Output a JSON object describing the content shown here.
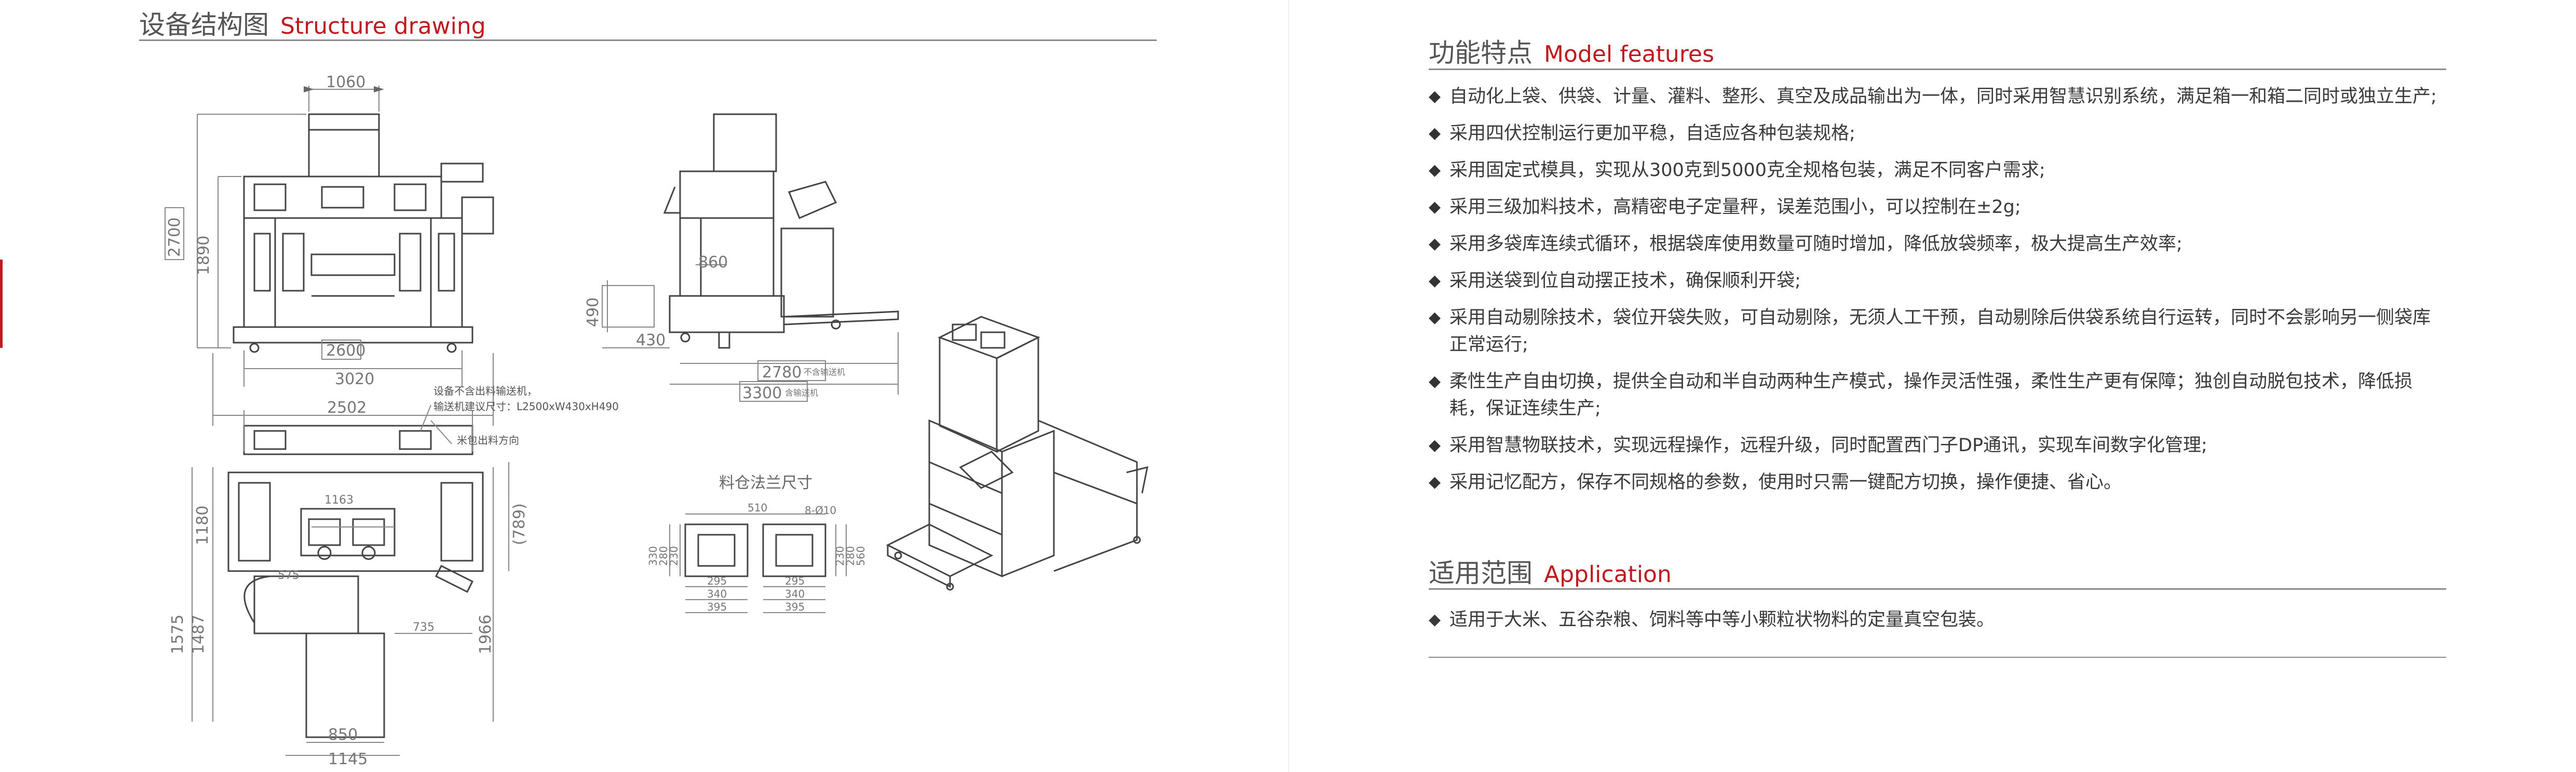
{
  "structure": {
    "title_zh": "设备结构图",
    "title_en": "Structure drawing"
  },
  "features_section": {
    "title_zh": "功能特点",
    "title_en": "Model features"
  },
  "application_section": {
    "title_zh": "适用范围",
    "title_en": "Application"
  },
  "bullet_symbol": "◆",
  "features": [
    "自动化上袋、供袋、计量、灌料、整形、真空及成品输出为一体，同时采用智慧识别系统，满足箱一和箱二同时或独立生产;",
    "采用四伏控制运行更加平稳，自适应各种包装规格;",
    "采用固定式模具，实现从300克到5000克全规格包装，满足不同客户需求;",
    "采用三级加料技术，高精密电子定量秤，误差范围小，可以控制在±2g;",
    "采用多袋库连续式循环，根据袋库使用数量可随时增加，降低放袋频率，极大提高生产效率;",
    "采用送袋到位自动摆正技术，确保顺利开袋;",
    "采用自动剔除技术，袋位开袋失败，可自动剔除，无须人工干预，自动剔除后供袋系统自行运转，同时不会影响另一侧袋库正常运行;",
    "柔性生产自由切换，提供全自动和半自动两种生产模式，操作灵活性强，柔性生产更有保障；独创自动脱包技术，降低损耗，保证连续生产;",
    "采用智慧物联技术，实现远程操作，远程升级，同时配置西门子DP通讯，实现车间数字化管理;",
    "采用记忆配方，保存不同规格的参数，使用时只需一键配方切换，操作便捷、省心。"
  ],
  "applications": [
    "适用于大米、五谷杂粮、饲料等中等小颗粒状物料的定量真空包装。"
  ],
  "drawing": {
    "front_dims": [
      "1060",
      "2700",
      "1890",
      "2600",
      "3020"
    ],
    "side_dims": [
      "860",
      "490",
      "430",
      "2780",
      "3300"
    ],
    "side_dim_notes": [
      "不含输送机",
      "含输送机"
    ],
    "plan_dims": [
      "2502",
      "1180",
      "(789)",
      "1163",
      "575",
      "1575",
      "1487",
      "1966",
      "735",
      "850",
      "1145"
    ],
    "plan_notes": [
      "设备不含出料输送机，",
      "输送机建议尺寸：L2500xW430xH490",
      "米包出料方向"
    ],
    "flange_title": "料仓法兰尺寸",
    "flange_dims": [
      "510",
      "8-Ø10",
      "330",
      "280",
      "230",
      "295",
      "340",
      "395",
      "230",
      "280",
      "560",
      "295",
      "340",
      "395"
    ]
  },
  "colors": {
    "accent": "#c0181e",
    "rule": "#8a8a8a"
  }
}
